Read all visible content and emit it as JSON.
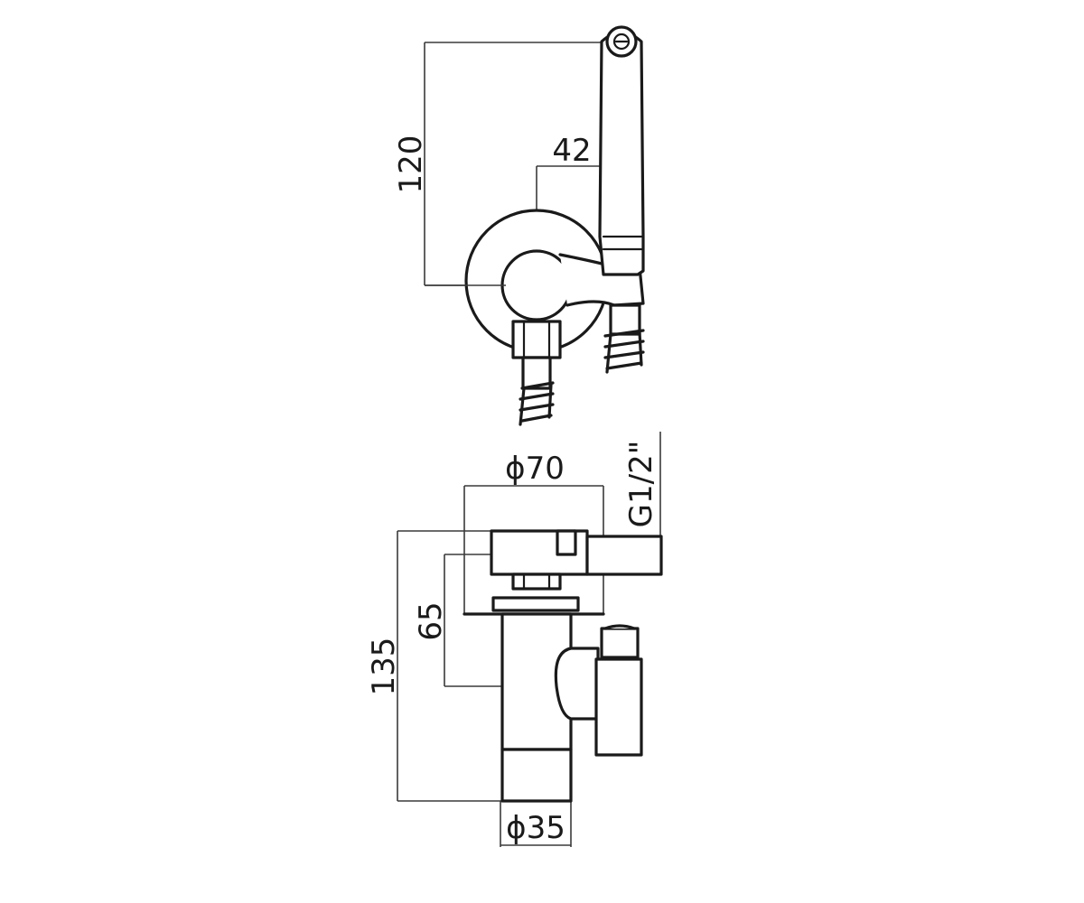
{
  "dimensions": {
    "height_total_top": "120",
    "offset_top": "42",
    "diameter_plate": "ϕ70",
    "thread": "G1/2\"",
    "depth_mid": "65",
    "depth_total": "135",
    "diameter_outlet": "ϕ35"
  },
  "colors": {
    "line": "#1a1a1a",
    "dimension": "#3a3a3a",
    "background": "#ffffff"
  }
}
